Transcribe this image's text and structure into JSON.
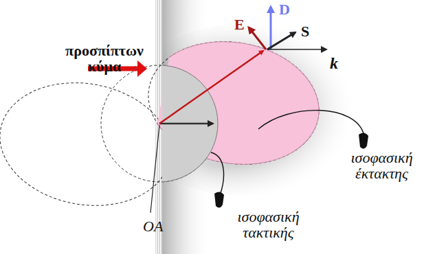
{
  "diagram": {
    "labels": [
      "προσπίπτων κύμα",
      "E",
      "D",
      "S",
      "k",
      "OA",
      "ισοφασική τακτικής",
      "ισοφασική έκτακτης"
    ]
  }
}
